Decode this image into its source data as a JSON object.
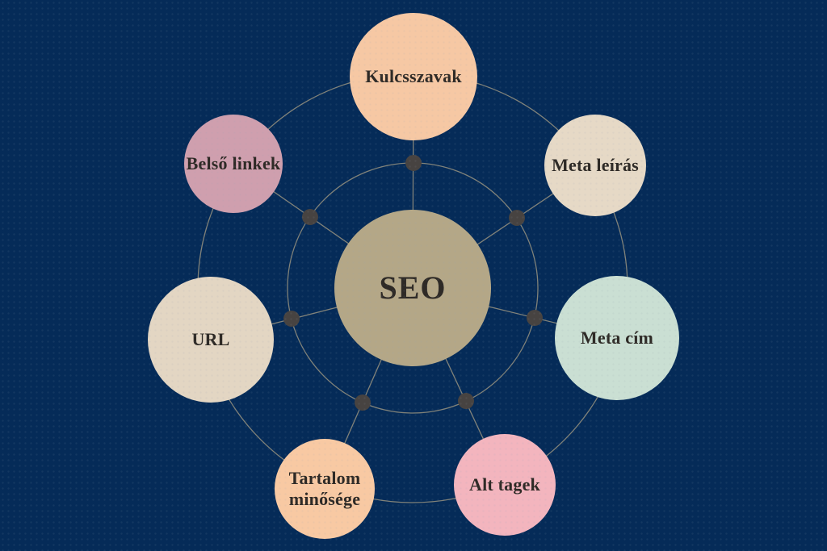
{
  "diagram": {
    "center": {
      "label": "SEO",
      "color": "#b4a787"
    },
    "nodes": [
      {
        "label": "Kulcsszavak",
        "color": "#f6c8a4"
      },
      {
        "label": "Meta leírás",
        "color": "#e6d9c6"
      },
      {
        "label": "Meta cím",
        "color": "#cadfd3"
      },
      {
        "label": "Alt tagek",
        "color": "#f3b5be"
      },
      {
        "label": "Tartalom minősége",
        "color": "#f8c9a3"
      },
      {
        "label": "URL",
        "color": "#e3d6c3"
      },
      {
        "label": "Belső linkek",
        "color": "#cf9fae"
      }
    ],
    "colors": {
      "background": "#052b58",
      "line": "#97927f",
      "dot": "#474341",
      "label_text": "#2e2a26"
    }
  }
}
